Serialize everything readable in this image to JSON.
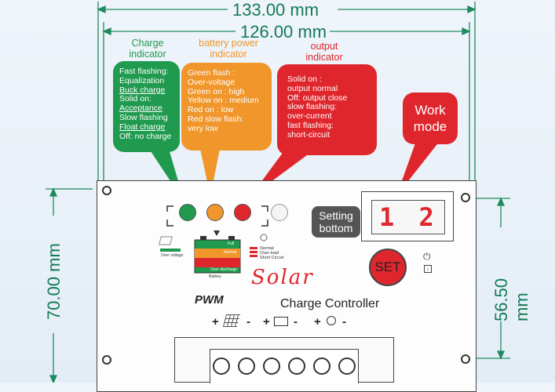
{
  "dimensions": {
    "total_width": "133.00 mm",
    "inner_width": "126.00 mm",
    "height": "70.00 mm",
    "hole_spacing": "56.50 mm"
  },
  "charge": {
    "title_lines": [
      "Charge",
      "indicator"
    ],
    "lines": [
      "Fast flashing:",
      "Equalization",
      "Buck charge",
      "Solid on:",
      "Acceptance",
      "Slow flashing",
      "Float charge",
      "Off: no charge"
    ],
    "color": "#1f9a4e"
  },
  "battery": {
    "title_lines": [
      "battery power",
      "indicator"
    ],
    "lines": [
      "Green flash :",
      "Over-voltage",
      "Green on :  high",
      "Yellow on : medium",
      "Red on :      low",
      "Red slow flash:",
      "very low"
    ],
    "color": "#f0962a"
  },
  "output": {
    "title_lines": [
      "output",
      "indicator"
    ],
    "lines": [
      "Solid on :",
      "output normal",
      "Off: output close",
      "slow flashing:",
      "over-current",
      "fast flashing:",
      "short-circuit"
    ],
    "color": "#e0262d"
  },
  "work_mode": {
    "lines": [
      "Work",
      "mode"
    ],
    "display": "1 2"
  },
  "setting": {
    "lines": [
      "Setting",
      "bottom"
    ],
    "button": "SET"
  },
  "panel": {
    "brand": "Solar",
    "model": "PWM",
    "product": "Charge Controller",
    "mini_left": "Over voltage",
    "mini_battery_labels": [
      "Full",
      "Normal",
      "Over discharge",
      "Battery"
    ],
    "mini_right": [
      "Normal",
      "Over-load",
      "Short Circuit"
    ],
    "terminal_signs": [
      "+",
      "-",
      "+",
      "-",
      "+",
      "-"
    ]
  }
}
